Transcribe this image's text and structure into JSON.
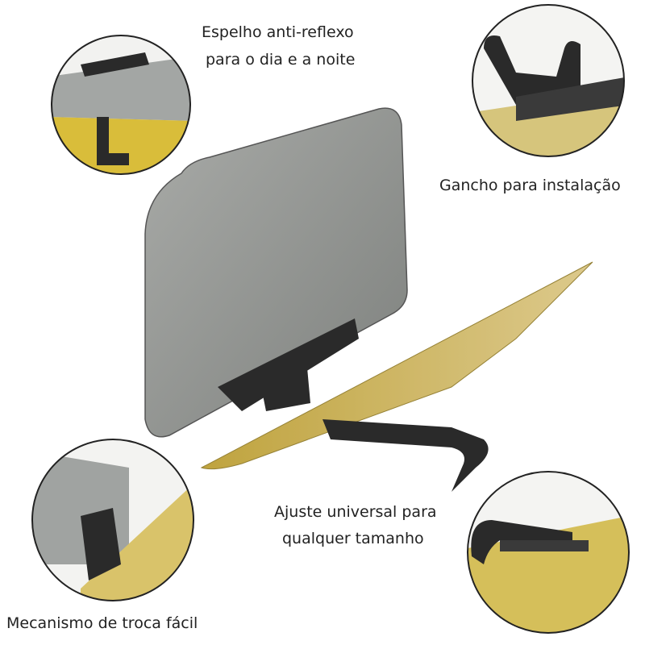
{
  "labels": {
    "mirror_line1": "Espelho anti-reflexo",
    "mirror_line2": "para o dia e a noite",
    "hook": "Gancho para instalação",
    "adjust_line1": "Ajuste universal para",
    "adjust_line2": "qualquer tamanho",
    "mechanism": "Mecanismo de troca fácil"
  },
  "colors": {
    "gray_lens": "#8e918f",
    "yellow_lens": "#c9ac3c",
    "clip": "#2a2a2a"
  }
}
